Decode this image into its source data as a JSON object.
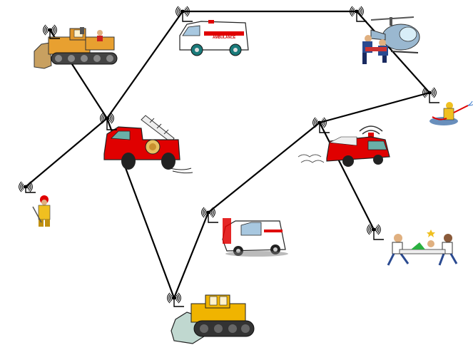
{
  "diagram": {
    "nodes": [
      {
        "id": "bulldozer-top",
        "icon": "bulldozer-icon"
      },
      {
        "id": "ambulance-top",
        "icon": "ambulance-icon",
        "label": "AMBULANCE"
      },
      {
        "id": "helicopter-rescue",
        "icon": "helicopter-icon"
      },
      {
        "id": "fire-truck-left",
        "icon": "fire-truck-icon"
      },
      {
        "id": "firefighter-hose",
        "icon": "firefighter-hose-icon"
      },
      {
        "id": "firefighter-left",
        "icon": "firefighter-icon"
      },
      {
        "id": "fire-truck-right",
        "icon": "fire-truck-icon"
      },
      {
        "id": "ambulance-van",
        "icon": "ambulance-van-icon"
      },
      {
        "id": "paramedics-stretcher",
        "icon": "paramedics-icon"
      },
      {
        "id": "bulldozer-bottom",
        "icon": "bulldozer-icon"
      }
    ],
    "links": [
      [
        "bulldozer-top",
        "fire-truck-left"
      ],
      [
        "fire-truck-left",
        "ambulance-top"
      ],
      [
        "ambulance-top",
        "helicopter-rescue"
      ],
      [
        "helicopter-rescue",
        "firefighter-hose"
      ],
      [
        "firefighter-hose",
        "fire-truck-right"
      ],
      [
        "fire-truck-right",
        "ambulance-van"
      ],
      [
        "fire-truck-right",
        "paramedics-stretcher"
      ],
      [
        "ambulance-van",
        "bulldozer-bottom"
      ],
      [
        "bulldozer-bottom",
        "fire-truck-left"
      ],
      [
        "fire-truck-left",
        "firefighter-left"
      ]
    ],
    "colors": {
      "link": "#000000",
      "fire_red": "#e00000",
      "bulldozer_yellow": "#f0b400",
      "ambulance_white": "#ffffff",
      "helicopter_blue": "#9ab8d0"
    }
  }
}
